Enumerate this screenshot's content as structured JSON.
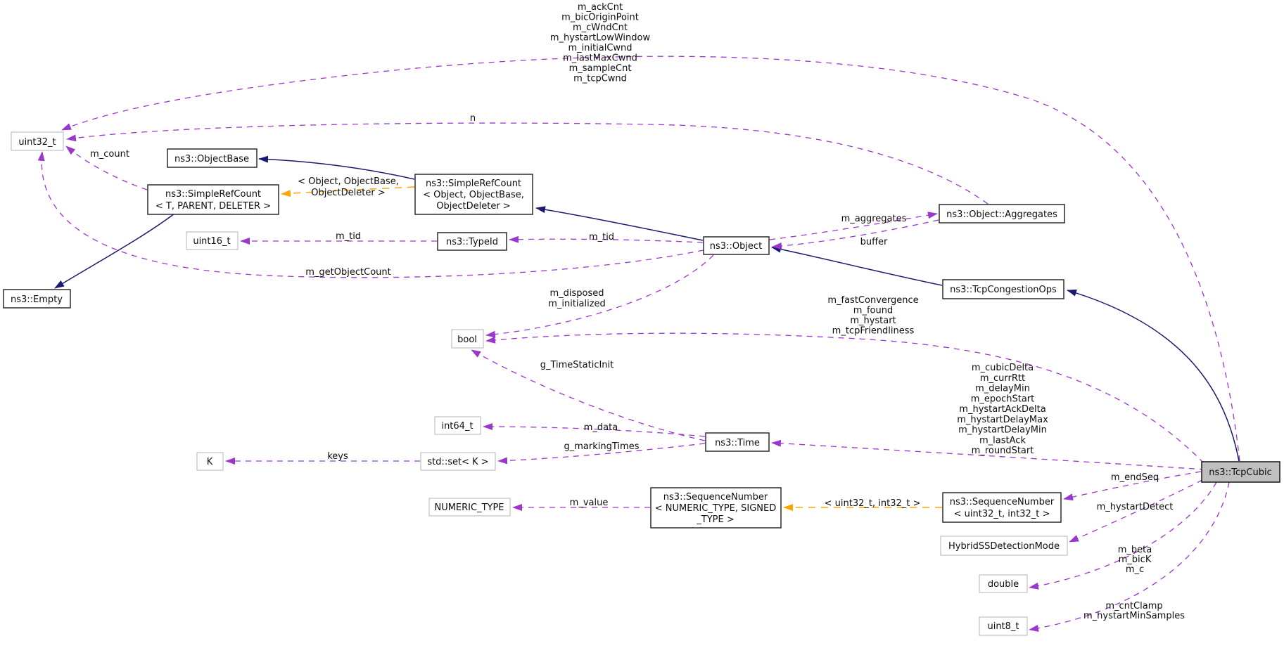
{
  "diagram": {
    "type": "doxygen-collaboration-graph",
    "main_class": "ns3::TcpCubic"
  },
  "colors": {
    "usage_edge": "#9a37cc",
    "template_edge": "#ffa500",
    "inheritance_edge": "#191970",
    "node_fill": "#ffffff",
    "node_border": "#2b2b2b",
    "gray_node_border": "#c0c0c0",
    "main_node_fill": "#bfbfbf",
    "background": "#ffffff"
  },
  "nodes": {
    "uint32_t": {
      "label": "uint32_t"
    },
    "object_base": {
      "label": "ns3::ObjectBase"
    },
    "simple_ref_count_t": {
      "line1": "ns3::SimpleRefCount",
      "line2": "< T, PARENT, DELETER >"
    },
    "simple_ref_count_object": {
      "line1": "ns3::SimpleRefCount",
      "line2": "< Object, ObjectBase,",
      "line3": "ObjectDeleter >"
    },
    "uint16_t": {
      "label": "uint16_t"
    },
    "type_id": {
      "label": "ns3::TypeId"
    },
    "object": {
      "label": "ns3::Object"
    },
    "aggregates": {
      "label": "ns3::Object::Aggregates"
    },
    "tcp_congestion_ops": {
      "label": "ns3::TcpCongestionOps"
    },
    "tcp_cubic": {
      "label": "ns3::TcpCubic"
    },
    "empty": {
      "label": "ns3::Empty"
    },
    "bool": {
      "label": "bool"
    },
    "int64_t": {
      "label": "int64_t"
    },
    "k": {
      "label": "K"
    },
    "std_set_k": {
      "label": "std::set< K >"
    },
    "time": {
      "label": "ns3::Time"
    },
    "numeric_type": {
      "label": "NUMERIC_TYPE"
    },
    "sequence_number_generic": {
      "line1": "ns3::SequenceNumber",
      "line2": "< NUMERIC_TYPE, SIGNED",
      "line3": "_TYPE >"
    },
    "sequence_number_u32": {
      "line1": "ns3::SequenceNumber",
      "line2": "< uint32_t, int32_t >"
    },
    "hybrid_ss_detection_mode": {
      "label": "HybridSSDetectionMode"
    },
    "double": {
      "label": "double"
    },
    "uint8_t": {
      "label": "uint8_t"
    }
  },
  "labels": {
    "tcpcubic_uint32t": [
      "m_ackCnt",
      "m_bicOriginPoint",
      "m_cWndCnt",
      "m_hystartLowWindow",
      "m_initialCwnd",
      "m_lastMaxCwnd",
      "m_sampleCnt",
      "m_tcpCwnd"
    ],
    "n": "n",
    "m_count": "m_count",
    "srt_template_args": [
      "< Object, ObjectBase,",
      "ObjectDeleter >"
    ],
    "m_tid_typeid": "m_tid",
    "m_tid_object": "m_tid",
    "m_getObjectCount": "m_getObjectCount",
    "m_aggregates": "m_aggregates",
    "buffer": "buffer",
    "object_bool": [
      "m_disposed",
      "m_initialized"
    ],
    "tcpcubic_bool": [
      "m_fastConvergence",
      "m_found",
      "m_hystart",
      "m_tcpFriendliness"
    ],
    "g_TimeStaticInit": "g_TimeStaticInit",
    "tcpcubic_time": [
      "m_cubicDelta",
      "m_currRtt",
      "m_delayMin",
      "m_epochStart",
      "m_hystartAckDelta",
      "m_hystartDelayMax",
      "m_hystartDelayMin",
      "m_lastAck",
      "m_roundStart"
    ],
    "m_data": "m_data",
    "g_markingTimes": "g_markingTimes",
    "keys": "keys",
    "m_value": "m_value",
    "seq_template_args": "< uint32_t, int32_t >",
    "m_endSeq": "m_endSeq",
    "m_hystartDetect": "m_hystartDetect",
    "tcpcubic_double": [
      "m_beta",
      "m_bicK",
      "m_c"
    ],
    "tcpcubic_uint8t": [
      "m_cntClamp",
      "m_hystartMinSamples"
    ]
  }
}
